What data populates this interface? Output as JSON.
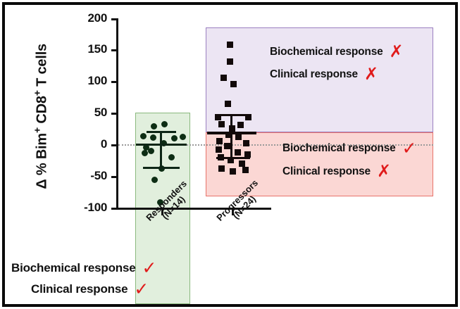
{
  "figure": {
    "border_color": "#0a0a0a",
    "background": "#ffffff"
  },
  "axes": {
    "y_title_pre": "Δ % Bim",
    "y_title_sup1": "+",
    "y_title_mid": " CD8",
    "y_title_sup2": "+",
    "y_title_post": " T cells",
    "y_ticks": [
      "200",
      "150",
      "100",
      "50",
      "0",
      "-50",
      "-100"
    ],
    "x_labels": [
      {
        "line1": "Responders",
        "line2": "(N=14)"
      },
      {
        "line1": "Progressors",
        "line2": "(N=24)"
      }
    ],
    "zero_line_label": "0"
  },
  "annotations": {
    "purple": {
      "fill": "#ece5f3",
      "stroke": "#9b7fc0",
      "rows": [
        {
          "label": "Biochemical response",
          "mark": "✗"
        },
        {
          "label": "Clinical response",
          "mark": "✗"
        }
      ]
    },
    "red": {
      "fill": "#fbd7d4",
      "stroke": "#e8736a",
      "rows": [
        {
          "label": "Biochemical response",
          "mark": "✓"
        },
        {
          "label": "Clinical response",
          "mark": "✗"
        }
      ]
    },
    "green": {
      "fill": "#e1efdd",
      "stroke": "#8ab97e",
      "rows": [
        {
          "label": "Biochemical response",
          "mark": "✓"
        },
        {
          "label": "Clinical response",
          "mark": "✓"
        }
      ]
    }
  },
  "chart_data": {
    "type": "scatter",
    "title": "",
    "xlabel": "",
    "ylabel": "Δ % Bim+ CD8+ T cells",
    "ylim": [
      -100,
      200
    ],
    "yticks": [
      -100,
      -50,
      0,
      50,
      100,
      150,
      200
    ],
    "grid": false,
    "legend": "none",
    "reference_line": {
      "y": 0,
      "style": "dotted",
      "color": "#9a9a9a"
    },
    "groups": [
      {
        "name": "Responders",
        "n": 14,
        "marker": "circle",
        "color": "#0d2d14",
        "mean": 0,
        "error_upper": 15,
        "error_lower": -35,
        "values": [
          30,
          33,
          14,
          12,
          10,
          12,
          2,
          -4,
          -9,
          -12,
          -20,
          -28,
          -55,
          -90
        ]
      },
      {
        "name": "Progressors",
        "n": 24,
        "marker": "square",
        "color": "#120a0a",
        "mean": 17,
        "error_upper": 48,
        "error_lower": -22,
        "values": [
          160,
          135,
          110,
          100,
          70,
          47,
          45,
          37,
          35,
          30,
          18,
          16,
          8,
          5,
          2,
          -2,
          -6,
          -9,
          -12,
          -16,
          -22,
          -28,
          -32,
          -35
        ]
      }
    ]
  }
}
